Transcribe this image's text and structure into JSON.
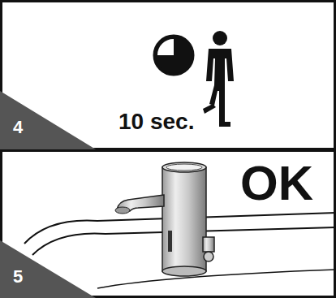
{
  "diagram": {
    "labels": [
      "4",
      "10 sec.",
      "5",
      "OK"
    ]
  }
}
